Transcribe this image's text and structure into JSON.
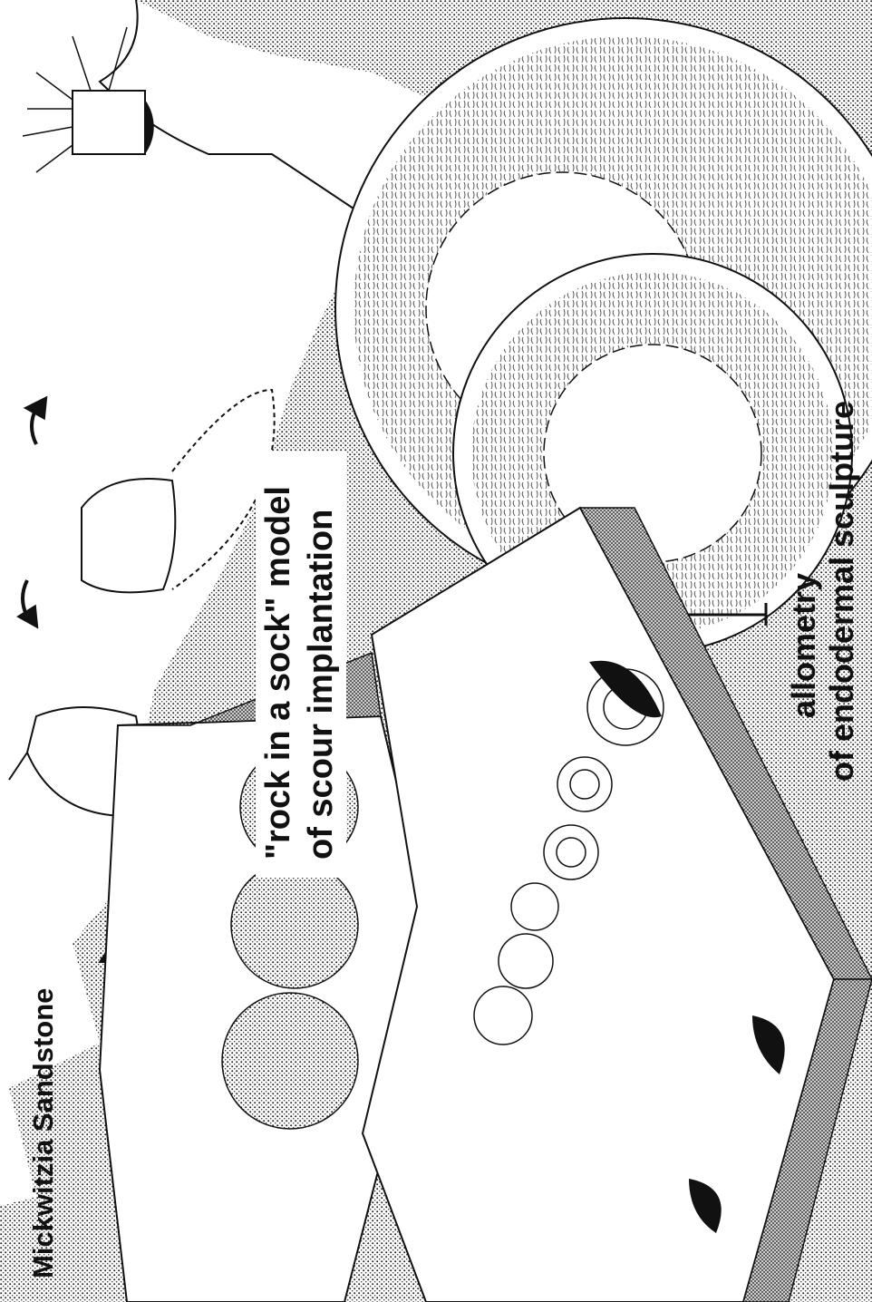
{
  "labels": {
    "formation": "Mickwitzia Sandstone",
    "model_line1": "\"rock in a sock\" model",
    "model_line2": "of scour implantation",
    "allometry_line1": "allometry",
    "allometry_line2": "of endodermal sculpture"
  },
  "colors": {
    "ink": "#111111",
    "paper": "#ffffff",
    "stipple": "#9a9a9a"
  }
}
